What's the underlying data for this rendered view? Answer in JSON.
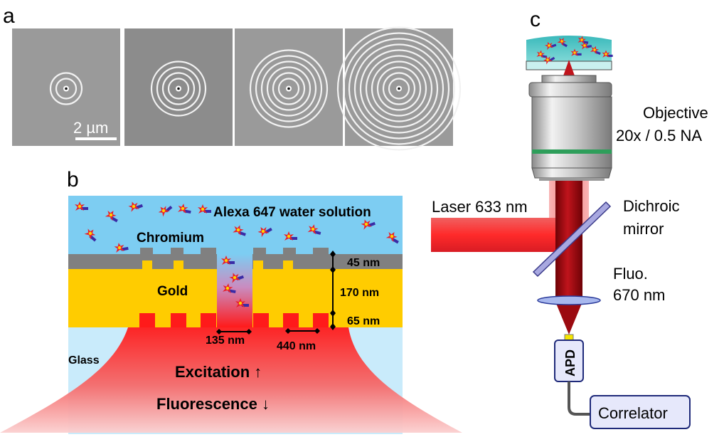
{
  "panels": {
    "a": {
      "letter": "a",
      "scale_label": "2 µm",
      "sem_ring_counts": [
        2,
        4,
        6,
        10
      ]
    },
    "b": {
      "letter": "b",
      "solution_label": "Alexa 647 water solution",
      "chromium_label": "Chromium",
      "gold_label": "Gold",
      "glass_label": "Glass",
      "thickness_top": "45 nm",
      "thickness_mid": "170 nm",
      "thickness_bottom": "65 nm",
      "aperture_width": "135 nm",
      "period": "440 nm",
      "excitation_label": "Excitation ↑",
      "fluorescence_label": "Fluorescence ↓"
    },
    "c": {
      "letter": "c",
      "objective_label": "Objective",
      "objective_spec": "20x / 0.5 NA",
      "laser_label": "Laser 633 nm",
      "dichroic_label_1": "Dichroic",
      "dichroic_label_2": "mirror",
      "filter_label_1": "Fluo.",
      "filter_label_2": "670 nm",
      "apd_label": "APD",
      "correlator_label": "Correlator"
    }
  },
  "colors": {
    "water": "#7dcdf2",
    "gold": "#ffcc00",
    "chromium": "#808080",
    "glass": "#c9ebfb",
    "beam": "#9b0a10",
    "laser": "#e8202a",
    "box": "#e6e8fb",
    "box_border": "#1f2a7a"
  }
}
